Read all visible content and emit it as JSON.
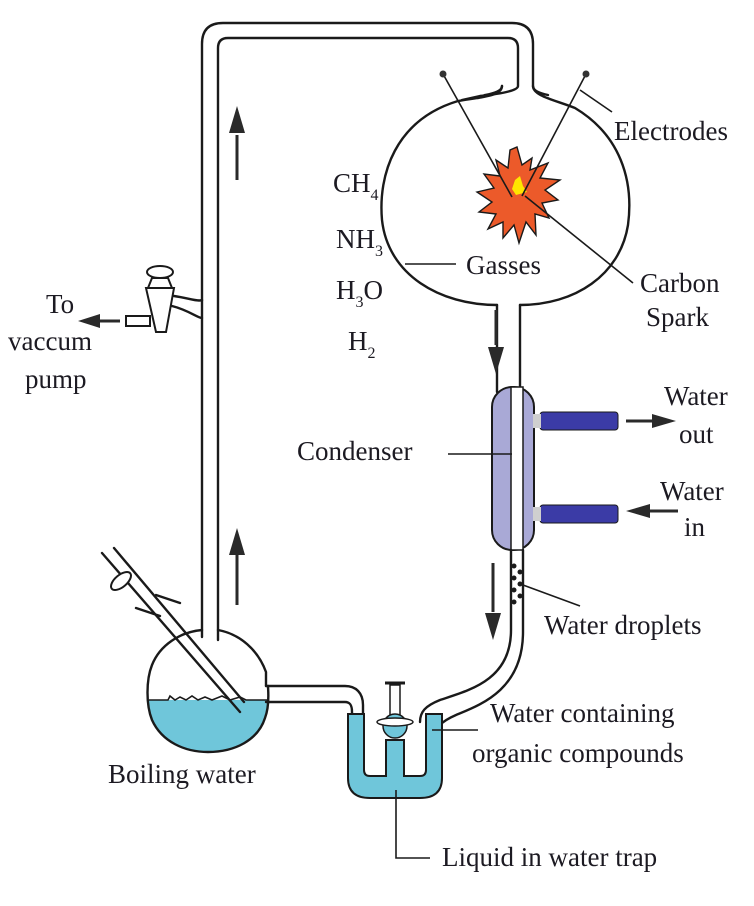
{
  "title": "Miller-Urey experiment apparatus",
  "colors": {
    "water": "#6fc6da",
    "condenser_jacket": "#a9a9d6",
    "condenser_pipe": "#3b3ba6",
    "spark_outer": "#ec5a2a",
    "spark_core": "#ffe600",
    "line": "#1a1a1a"
  },
  "gases": [
    {
      "base": "CH",
      "sub": "4",
      "suffix": ""
    },
    {
      "base": "NH",
      "sub": "3",
      "suffix": ""
    },
    {
      "base": "H",
      "sub": "3",
      "suffix": "O"
    },
    {
      "base": "H",
      "sub": "2",
      "suffix": ""
    }
  ],
  "labels": {
    "electrodes": "Electrodes",
    "gasses": "Gasses",
    "carbon_spark_line1": "Carbon",
    "carbon_spark_line2": "Spark",
    "to_vacuum_line1": "To",
    "to_vacuum_line2": "vaccum",
    "to_vacuum_line3": "pump",
    "condenser": "Condenser",
    "water_out_line1": "Water",
    "water_out_line2": "out",
    "water_in_line1": "Water",
    "water_in_line2": "in",
    "water_droplets": "Water droplets",
    "water_organic_line1": "Water containing",
    "water_organic_line2": "organic compounds",
    "boiling_water": "Boiling water",
    "liquid_trap": "Liquid in water trap"
  }
}
